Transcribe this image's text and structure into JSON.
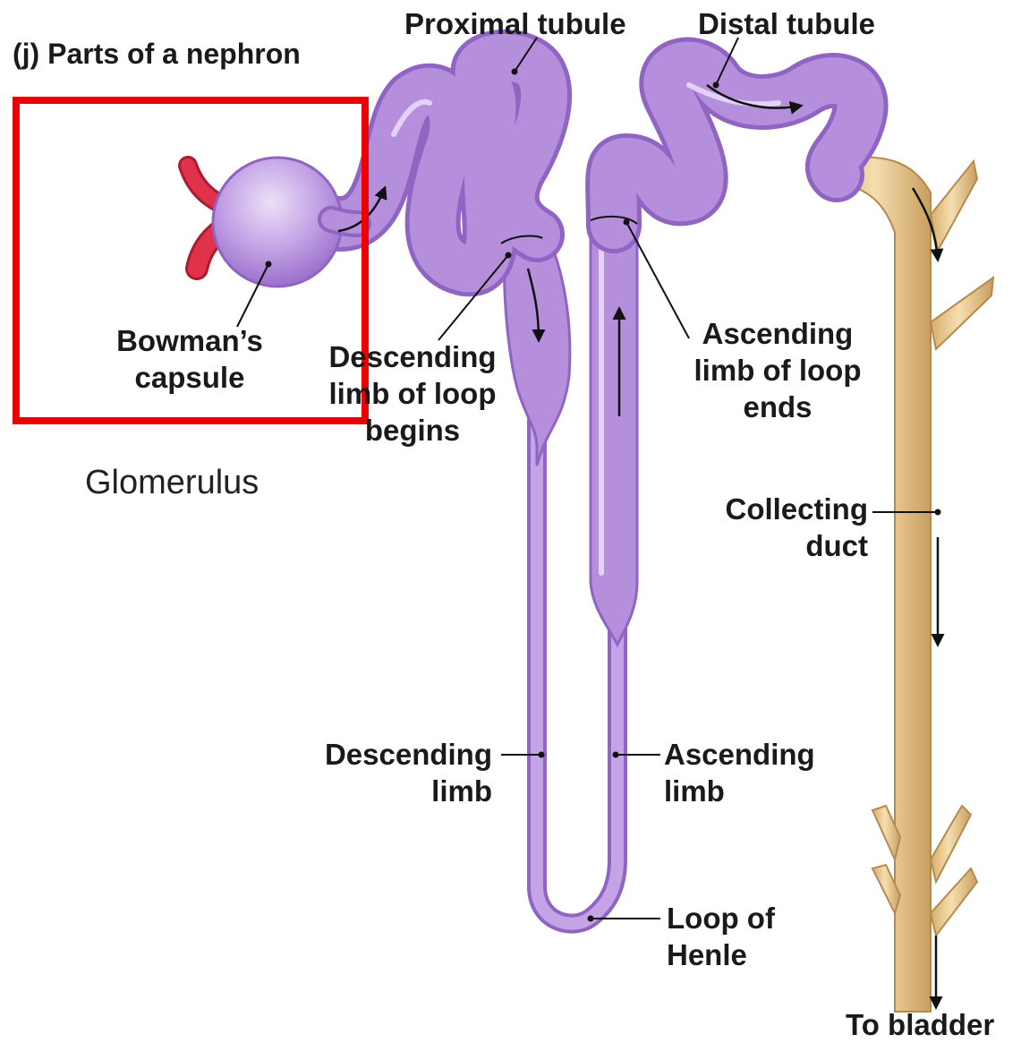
{
  "figure": {
    "panel_label": "(j)",
    "panel_title": "Parts of a nephron",
    "overlay_caption": "Glomerulus"
  },
  "labels": {
    "proximal_tubule": "Proximal tubule",
    "distal_tubule": "Distal tubule",
    "bowmans_capsule": [
      "Bowman’s",
      "capsule"
    ],
    "descending_limb_of_loop_begins": [
      "Descending",
      "limb of loop",
      "begins"
    ],
    "ascending_limb_of_loop_ends": [
      "Ascending",
      "limb of loop",
      "ends"
    ],
    "collecting_duct": [
      "Collecting",
      "duct"
    ],
    "descending_limb": [
      "Descending",
      "limb"
    ],
    "ascending_limb": [
      "Ascending",
      "limb"
    ],
    "loop_of_henle": [
      "Loop of",
      "Henle"
    ],
    "to_bladder": "To bladder"
  },
  "colors": {
    "tubule": "#b58fdc",
    "tubule_shade": "#8f64c2",
    "tubule_light": "#e3d2f5",
    "duct": "#ecc98f",
    "duct_shade": "#c9a062",
    "vessel": "#e0324a",
    "highlight_box": "#ec0000"
  }
}
